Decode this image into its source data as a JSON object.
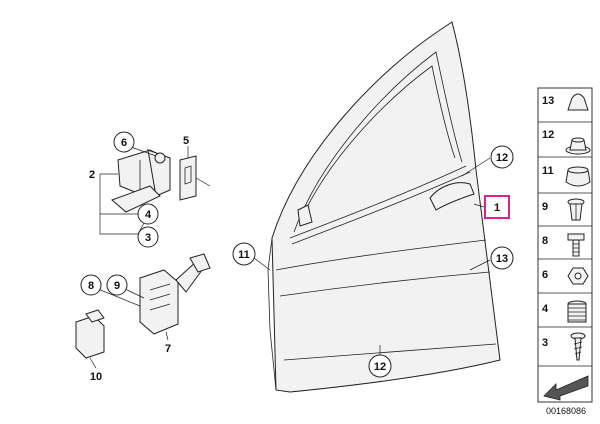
{
  "diagram": {
    "part_labels": [
      {
        "id": "p1",
        "text": "1",
        "highlight": true
      },
      {
        "id": "p2",
        "text": "2"
      },
      {
        "id": "p3",
        "text": "3"
      },
      {
        "id": "p4",
        "text": "4"
      },
      {
        "id": "p5",
        "text": "5"
      },
      {
        "id": "p6",
        "text": "6"
      },
      {
        "id": "p7",
        "text": "7"
      },
      {
        "id": "p8",
        "text": "8"
      },
      {
        "id": "p9",
        "text": "9"
      },
      {
        "id": "p10",
        "text": "10"
      },
      {
        "id": "p11",
        "text": "11"
      },
      {
        "id": "p12a",
        "text": "12"
      },
      {
        "id": "p12b",
        "text": "12"
      },
      {
        "id": "p13",
        "text": "13"
      }
    ],
    "legend_items": [
      {
        "text": "13",
        "icon": "bump-stop-icon"
      },
      {
        "text": "12",
        "icon": "grommet-icon"
      },
      {
        "text": "11",
        "icon": "rubber-buffer-icon"
      },
      {
        "text": "9",
        "icon": "expanding-rivet-icon"
      },
      {
        "text": "8",
        "icon": "hex-bolt-icon"
      },
      {
        "text": "6",
        "icon": "hex-nut-icon"
      },
      {
        "text": "4",
        "icon": "threaded-insert-icon"
      },
      {
        "text": "3",
        "icon": "screw-icon"
      }
    ],
    "legend_footer_icon": "arrow-icon",
    "drawing_number": "00168086",
    "highlight_color": "#e0218a"
  }
}
